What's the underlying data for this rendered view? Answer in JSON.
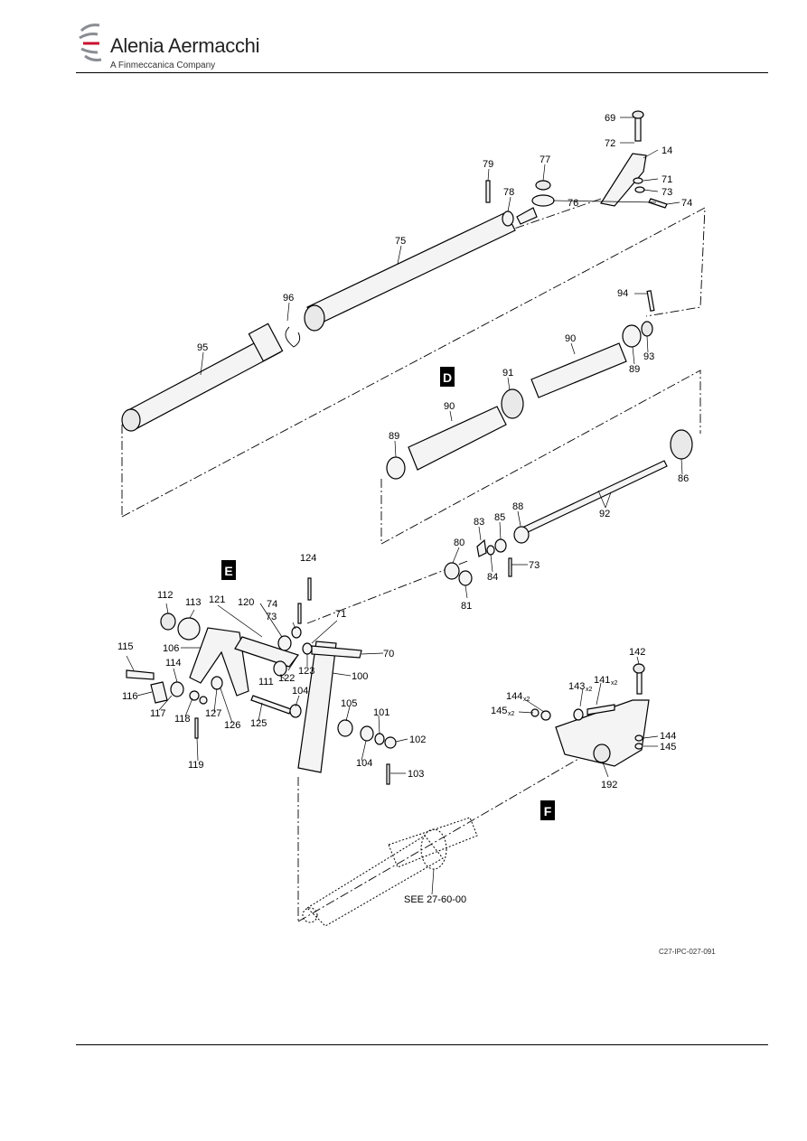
{
  "header": {
    "brand": "Alenia Aermacchi",
    "subtitle": "A Finmeccanica Company"
  },
  "figure": {
    "reference": "C27-IPC-027-091",
    "see_note": "SEE 27-60-00",
    "view_tags": [
      "D",
      "E",
      "F"
    ],
    "callouts": {
      "c69": "69",
      "c72": "72",
      "c14": "14",
      "c71a": "71",
      "c73a": "73",
      "c74a": "74",
      "c77": "77",
      "c76": "76",
      "c79": "79",
      "c78": "78",
      "c75": "75",
      "c96": "96",
      "c95": "95",
      "c94": "94",
      "c90a": "90",
      "c93": "93",
      "c89a": "89",
      "c91": "91",
      "c90b": "90",
      "c89b": "89",
      "c86": "86",
      "c92": "92",
      "c88": "88",
      "c85": "85",
      "c83": "83",
      "c80": "80",
      "c84": "84",
      "c73b": "73",
      "c81": "81",
      "c124": "124",
      "c112": "112",
      "c113": "113",
      "c121": "121",
      "c120": "120",
      "c74b": "74",
      "c73c": "73",
      "c71b": "71",
      "c115": "115",
      "c106": "106",
      "c70": "70",
      "c114": "114",
      "c111": "111",
      "c122": "122",
      "c123": "123",
      "c100": "100",
      "c116": "116",
      "c104a": "104",
      "c117": "117",
      "c118": "118",
      "c127": "127",
      "c126": "126",
      "c125": "125",
      "c105": "105",
      "c101": "101",
      "c102": "102",
      "c104b": "104",
      "c119": "119",
      "c103": "103",
      "c142": "142",
      "c143": "143",
      "c141": "141",
      "c144a": "144",
      "c145a": "145",
      "c144b": "144",
      "c145b": "145",
      "c192": "192"
    },
    "qty": {
      "q143": "x2",
      "q141": "x2",
      "q144": "x2",
      "q145": "x2"
    }
  },
  "colors": {
    "brand_red": "#c8102e",
    "brand_gray": "#8a8d91",
    "line": "#000000"
  }
}
